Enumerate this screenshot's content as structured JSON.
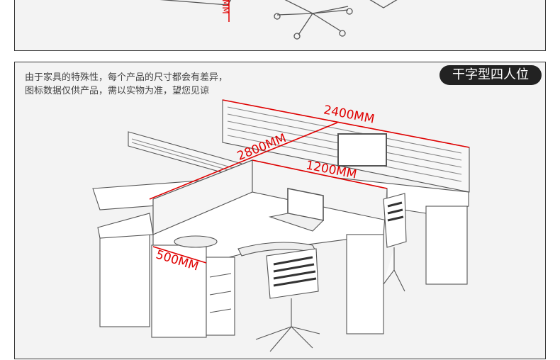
{
  "top_section": {
    "dimension_label": "MM"
  },
  "main_section": {
    "note_line1": "由于家具的特殊性，每个产品的尺寸都会有差异，",
    "note_line2": "图标数据仅供产品，需以实物为准，望您见谅",
    "badge": "干字型四人位",
    "dimensions": {
      "width": "2400MM",
      "length": "2800MM",
      "screen": "1200MM",
      "depth": "500MM"
    }
  },
  "colors": {
    "dimension": "#e00000",
    "badge_bg": "#222222",
    "panel_bg": "#f3f3f3"
  }
}
